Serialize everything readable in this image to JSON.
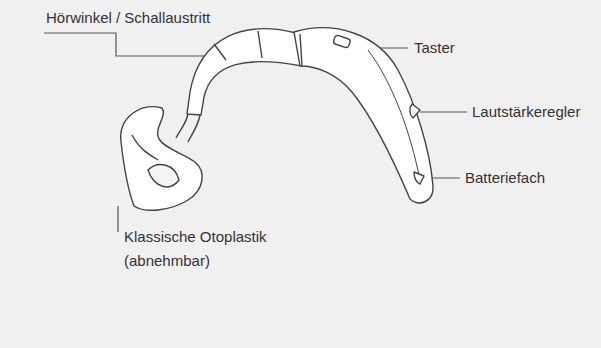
{
  "diagram": {
    "labels": [
      "Hörwinkel / Schallaustritt",
      "Taster",
      "Lautstärkeregler",
      "Batteriefach",
      "Klassische Otoplastik (abnehmbar)"
    ]
  }
}
